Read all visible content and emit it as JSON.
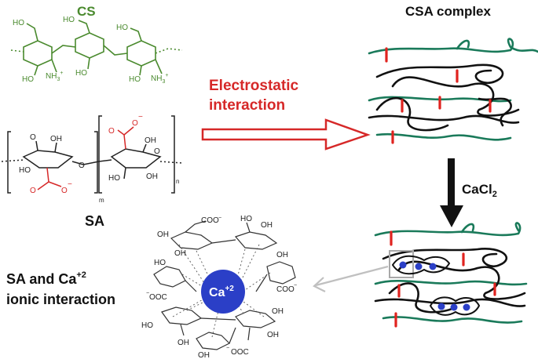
{
  "labels": {
    "cs": "CS",
    "csa_complex": "CSA complex",
    "interaction_line1": "Electrostatic",
    "interaction_line2": "interaction",
    "sa": "SA",
    "cacl2_main": "CaCl",
    "cacl2_sub": "2",
    "sa_ca_line1": "SA and Ca",
    "sa_ca_sup": "+2",
    "sa_ca_line2": "ionic interaction",
    "ca_ion": "Ca",
    "ca_ion_sup": "+2"
  },
  "chem_text": {
    "cs_ho": "HO",
    "cs_nh3": "NH",
    "cs_nh3_sub": "3",
    "cs_nh3_sup": "+",
    "sa_oh": "OH",
    "sa_ho": "HO",
    "sa_o": "O",
    "sa_o_minus": "O",
    "minus": "−",
    "sub_m": "m",
    "sub_n": "n",
    "coo_minus": "COO",
    "ooc_minus": "OOC",
    "oh": "OH",
    "ho": "HO"
  },
  "colors": {
    "cs_green": "#4a8a2e",
    "sa_red": "#d62828",
    "chain_black": "#111111",
    "chain_teal": "#1a7a5a",
    "crosslink_red": "#e0231f",
    "ca_blue": "#2b3fc7",
    "gray_arrow": "#c0c0c0"
  }
}
